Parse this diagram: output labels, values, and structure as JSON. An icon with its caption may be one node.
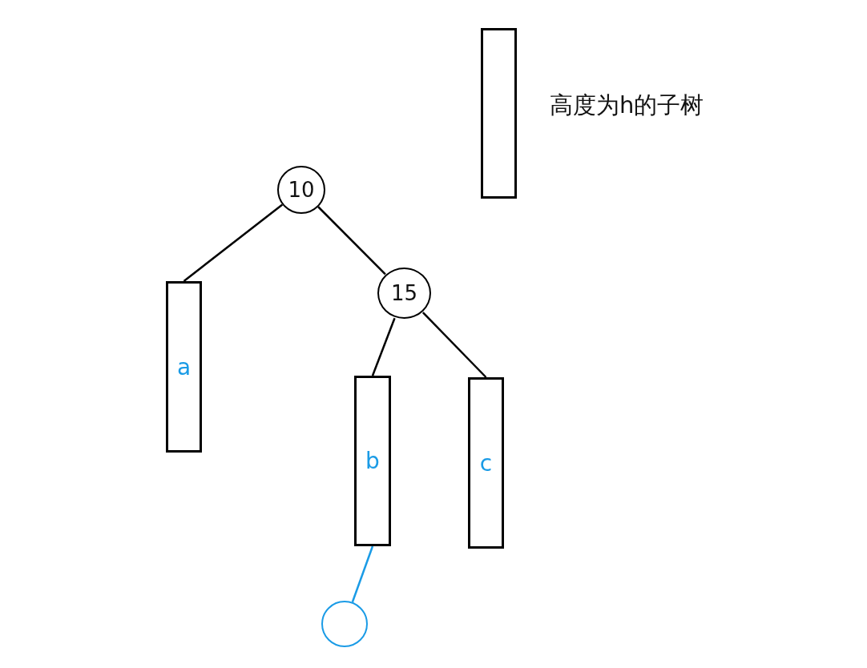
{
  "diagram": {
    "nodes": [
      {
        "text": [],
        "shape": "box",
        "beside": [
          "高度为h的子树"
        ]
      },
      {
        "text": [
          "10"
        ]
      },
      {
        "text": [
          "a"
        ]
      },
      {
        "text": [
          "15"
        ]
      },
      {
        "text": [
          "b"
        ]
      },
      {
        "text": [
          "c"
        ]
      },
      {
        "text": [],
        "shape": "circle"
      }
    ],
    "edges": [
      {
        "from": 1,
        "to": 2,
        "arrow": "none"
      },
      {
        "from": 1,
        "to": 3,
        "arrow": "none"
      },
      {
        "from": 3,
        "to": 4,
        "arrow": "none"
      },
      {
        "from": 3,
        "to": 5,
        "arrow": "none"
      },
      {
        "from": 4,
        "to": 6,
        "arrow": "none",
        "color": "#1a9be6"
      }
    ]
  }
}
